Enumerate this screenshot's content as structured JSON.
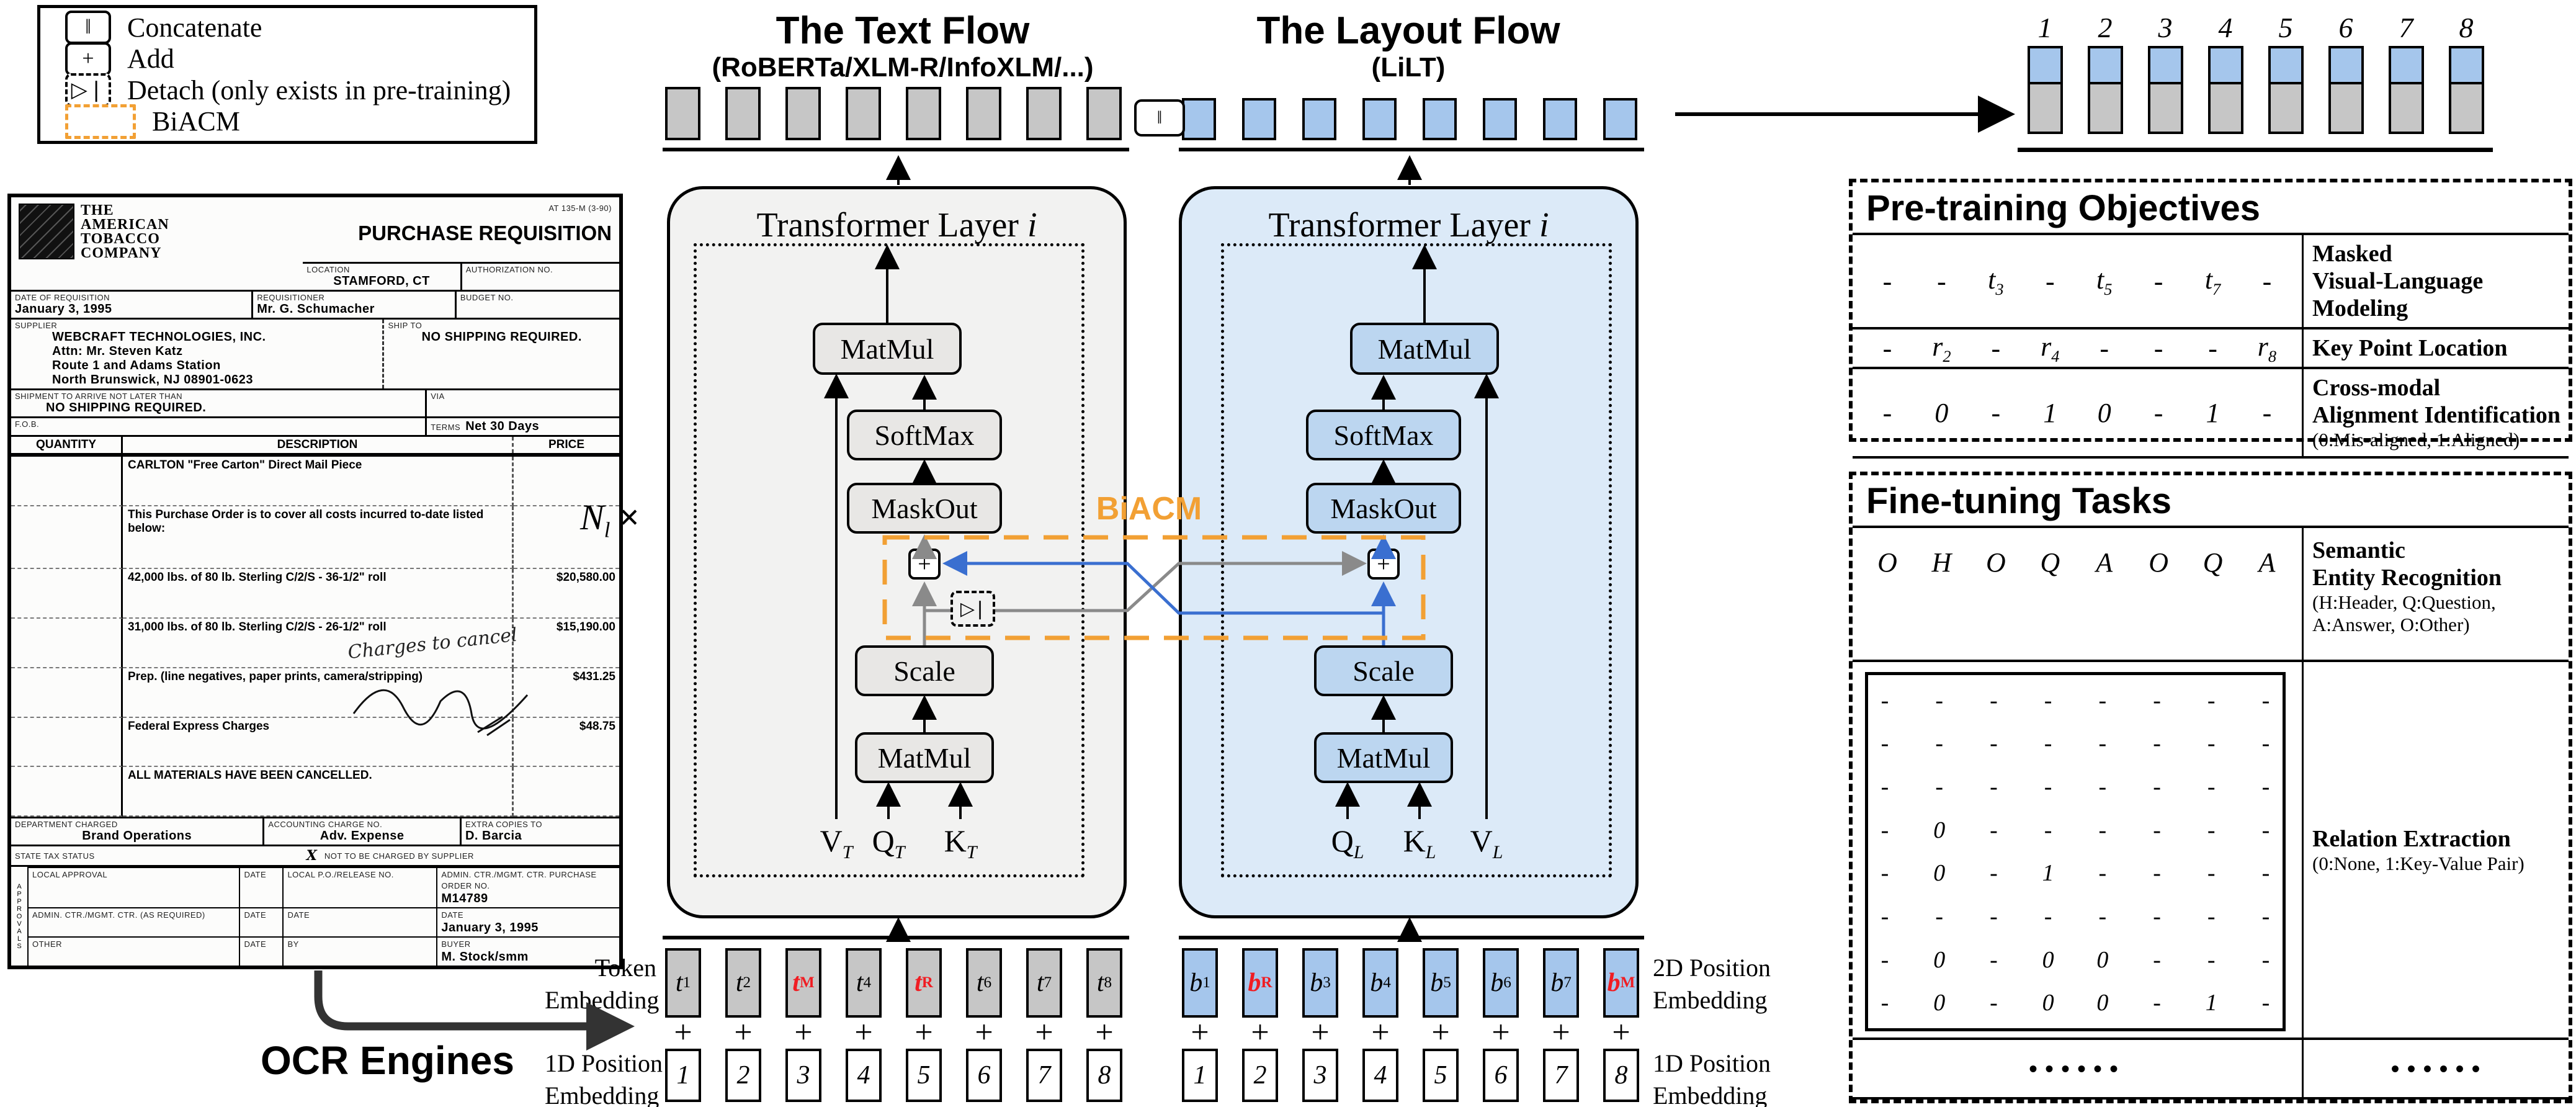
{
  "colors": {
    "orange": "#F2A034",
    "red": "#F01D23",
    "blue_line": "#3A6FD0",
    "gray_line": "#8A8A8A",
    "text_flow_bg": "#F2F2F1",
    "text_box_bg": "#E8E7E5",
    "gray_rect": "#C6C6C6",
    "layout_flow_bg": "#DCEAF8",
    "layout_box_bg": "#BCD6F0",
    "blue_rect": "#A5C6EC"
  },
  "legend": {
    "items": [
      {
        "icon": "concat-icon",
        "glyph": "‖",
        "label": "Concatenate"
      },
      {
        "icon": "add-icon",
        "glyph": "+",
        "label": "Add"
      },
      {
        "icon": "detach-icon",
        "glyph": "▷❘",
        "label": "Detach (only exists in pre-training)"
      },
      {
        "icon": "biacm-icon",
        "glyph": "",
        "label": "BiACM"
      }
    ]
  },
  "ocr_label": "OCR Engines",
  "n_layers": {
    "base": "N",
    "sub": "l",
    "times": "×"
  },
  "concat_glyph": "‖",
  "biacm_label": "BiACM",
  "text_flow": {
    "title": "The Text Flow",
    "subtitle": "(RoBERTa/XLM-R/InfoXLM/...)",
    "layer_title": "Transformer Layer",
    "layer_var": "i",
    "ops": {
      "matmul_top": "MatMul",
      "softmax": "SoftMax",
      "maskout": "MaskOut",
      "plus": "+",
      "detach": "▷❘",
      "scale": "Scale",
      "matmul_bot": "MatMul"
    },
    "inputs": [
      {
        "b": "V",
        "s": "T"
      },
      {
        "b": "Q",
        "s": "T"
      },
      {
        "b": "K",
        "s": "T"
      }
    ]
  },
  "layout_flow": {
    "title": "The Layout Flow",
    "subtitle": "(LiLT)",
    "layer_title": "Transformer Layer",
    "layer_var": "i",
    "ops": {
      "matmul_top": "MatMul",
      "softmax": "SoftMax",
      "maskout": "MaskOut",
      "plus": "+",
      "scale": "Scale",
      "matmul_bot": "MatMul"
    },
    "inputs": [
      {
        "b": "Q",
        "s": "L"
      },
      {
        "b": "K",
        "s": "L"
      },
      {
        "b": "V",
        "s": "L"
      }
    ]
  },
  "embeddings": {
    "token_label": [
      "Token",
      "Embedding"
    ],
    "pos1d_label_left": [
      "1D Position",
      "Embedding"
    ],
    "pos2d_label_right": [
      "2D Position",
      "Embedding"
    ],
    "pos1d_label_right": [
      "1D Position",
      "Embedding"
    ],
    "plus": "+",
    "tokens": [
      {
        "b": "t",
        "s": "1"
      },
      {
        "b": "t",
        "s": "2"
      },
      {
        "b": "t",
        "s": "M",
        "red": true
      },
      {
        "b": "t",
        "s": "4"
      },
      {
        "b": "t",
        "s": "R",
        "red": true
      },
      {
        "b": "t",
        "s": "6"
      },
      {
        "b": "t",
        "s": "7"
      },
      {
        "b": "t",
        "s": "8"
      }
    ],
    "boxes2d": [
      {
        "b": "b",
        "s": "1"
      },
      {
        "b": "b",
        "s": "R",
        "red": true
      },
      {
        "b": "b",
        "s": "3"
      },
      {
        "b": "b",
        "s": "4"
      },
      {
        "b": "b",
        "s": "5"
      },
      {
        "b": "b",
        "s": "6"
      },
      {
        "b": "b",
        "s": "7"
      },
      {
        "b": "b",
        "s": "M",
        "red": true
      }
    ],
    "pos1d": [
      "1",
      "2",
      "3",
      "4",
      "5",
      "6",
      "7",
      "8"
    ]
  },
  "output_bars": {
    "indices": [
      "1",
      "2",
      "3",
      "4",
      "5",
      "6",
      "7",
      "8"
    ]
  },
  "pretraining": {
    "title": "Pre-training Objectives",
    "rows": [
      {
        "values": [
          "-",
          "-",
          {
            "b": "t",
            "s": "3"
          },
          "-",
          {
            "b": "t",
            "s": "5"
          },
          "-",
          {
            "b": "t",
            "s": "7"
          },
          "-"
        ],
        "label": [
          "Masked",
          "Visual-Language Modeling"
        ],
        "sublabel": []
      },
      {
        "values": [
          "-",
          {
            "b": "r",
            "s": "2"
          },
          "-",
          {
            "b": "r",
            "s": "4"
          },
          "-",
          "-",
          "-",
          {
            "b": "r",
            "s": "8"
          }
        ],
        "label": [
          "Key Point Location"
        ],
        "sublabel": []
      },
      {
        "values": [
          "-",
          "0",
          "-",
          "1",
          "0",
          "-",
          "1",
          "-"
        ],
        "label": [
          "Cross-modal",
          "Alignment Identification"
        ],
        "sublabel": [
          "(0:Mis-aligned, 1:Aligned)"
        ]
      }
    ]
  },
  "finetuning": {
    "title": "Fine-tuning Tasks",
    "ser_values": [
      "O",
      "H",
      "O",
      "Q",
      "A",
      "O",
      "Q",
      "A"
    ],
    "ser_label": [
      "Semantic",
      "Entity Recognition"
    ],
    "ser_sublabel": [
      "(H:Header, Q:Question,",
      "A:Answer, O:Other)"
    ],
    "matrix": [
      [
        "-",
        "-",
        "-",
        "-",
        "-",
        "-",
        "-",
        "-"
      ],
      [
        "-",
        "-",
        "-",
        "-",
        "-",
        "-",
        "-",
        "-"
      ],
      [
        "-",
        "-",
        "-",
        "-",
        "-",
        "-",
        "-",
        "-"
      ],
      [
        "-",
        "0",
        "-",
        "-",
        "-",
        "-",
        "-",
        "-"
      ],
      [
        "-",
        "0",
        "-",
        "1",
        "-",
        "-",
        "-",
        "-"
      ],
      [
        "-",
        "-",
        "-",
        "-",
        "-",
        "-",
        "-",
        "-"
      ],
      [
        "-",
        "0",
        "-",
        "0",
        "0",
        "-",
        "-",
        "-"
      ],
      [
        "-",
        "0",
        "-",
        "0",
        "0",
        "-",
        "1",
        "-"
      ]
    ],
    "re_label": [
      "Relation Extraction"
    ],
    "re_sublabel": [
      "(0:None, 1:Key-Value Pair)"
    ],
    "dots_left": "••••••",
    "dots_right": "••••••"
  },
  "document": {
    "form_code": "AT 135-M (3-90)",
    "title": "PURCHASE REQUISITION",
    "company": [
      "THE",
      "AMERICAN",
      "TOBACCO",
      "COMPANY"
    ],
    "location_label": "LOCATION",
    "location": "STAMFORD, CT",
    "auth_label": "AUTHORIZATION NO.",
    "date_label": "DATE OF REQUISITION",
    "date": "January 3, 1995",
    "req_label": "REQUISITIONER",
    "requisitioner": "Mr. G. Schumacher",
    "budget_label": "BUDGET NO.",
    "supplier_label": "SUPPLIER",
    "supplier": [
      "WEBCRAFT TECHNOLOGIES, INC.",
      "Attn: Mr. Steven Katz",
      "Route 1 and Adams Station",
      "North Brunswick, NJ 08901-0623"
    ],
    "shipto_label": "SHIP TO",
    "shipto": "NO SHIPPING REQUIRED.",
    "shipment_label": "SHIPMENT TO ARRIVE NOT LATER THAN",
    "shipment": "NO SHIPPING REQUIRED.",
    "via_label": "VIA",
    "fob_label": "F.O.B.",
    "terms_label": "TERMS",
    "terms": "Net 30 Days",
    "qty_header": "QUANTITY",
    "desc_header": "DESCRIPTION",
    "price_header": "PRICE",
    "items": [
      {
        "d": "CARLTON \"Free Carton\" Direct Mail Piece",
        "p": ""
      },
      {
        "d": "This Purchase Order is to cover all costs incurred to-date listed below:",
        "p": ""
      },
      {
        "d": "42,000 lbs. of 80 lb. Sterling C/2/S - 36-1/2\" roll",
        "p": "$20,580.00"
      },
      {
        "d": "31,000 lbs. of 80 lb. Sterling C/2/S - 26-1/2\" roll",
        "p": "$15,190.00"
      },
      {
        "d": "Prep. (line negatives, paper prints, camera/stripping)",
        "p": "$431.25"
      },
      {
        "d": "Federal Express Charges",
        "p": "$48.75"
      },
      {
        "d": "ALL MATERIALS HAVE BEEN CANCELLED.",
        "p": ""
      }
    ],
    "handwriting_note": "Charges to cancel",
    "dept_label": "DEPARTMENT CHARGED",
    "dept": "Brand Operations",
    "acct_label": "ACCOUNTING CHARGE NO.",
    "acct": "Adv. Expense",
    "copies_label": "EXTRA COPIES TO",
    "copies": "D. Barcia",
    "tax_label": "STATE TAX STATUS",
    "tax_mark": "X",
    "tax_check": "NOT TO BE CHARGED BY SUPPLIER",
    "approvals_vertical": "APPROVALS",
    "appr_rows": [
      {
        "c1": "LOCAL APPROVAL",
        "c2": "DATE",
        "c3": "LOCAL P.O./RELEASE NO.",
        "c4_label": "ADMIN. CTR./MGMT. CTR. PURCHASE ORDER NO.",
        "c4_value": "M14789"
      },
      {
        "c1": "ADMIN. CTR./MGMT. CTR. (AS REQUIRED)",
        "c2": "DATE",
        "c3": "DATE",
        "c4_label": "DATE",
        "c4_value": "January 3, 1995"
      },
      {
        "c1": "OTHER",
        "c2": "DATE",
        "c3": "BY",
        "c4_label": "BUYER",
        "c4_value": "M. Stock/smm"
      }
    ]
  }
}
